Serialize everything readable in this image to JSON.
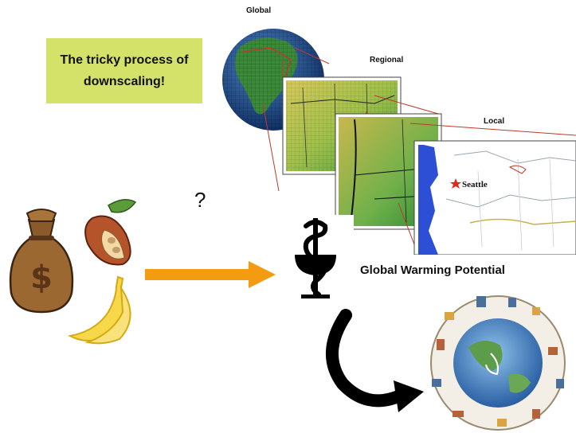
{
  "callout": {
    "line1": "The tricky process of",
    "line2": "downscaling!"
  },
  "scales": {
    "global": "Global",
    "regional": "Regional",
    "local": "Local"
  },
  "map_city": "Seattle",
  "question": "?",
  "gwp_label": "Global Warming Potential",
  "colors": {
    "callout_bg": "#d4e26a",
    "arrow_orange": "#f39c12",
    "curved_arrow": "#000000",
    "map_outline": "#c0392b"
  },
  "icons": [
    "money-bag-icon",
    "cacao-pod-icon",
    "banana-icon",
    "pharmacy-symbol-icon",
    "crowded-earth-icon"
  ]
}
